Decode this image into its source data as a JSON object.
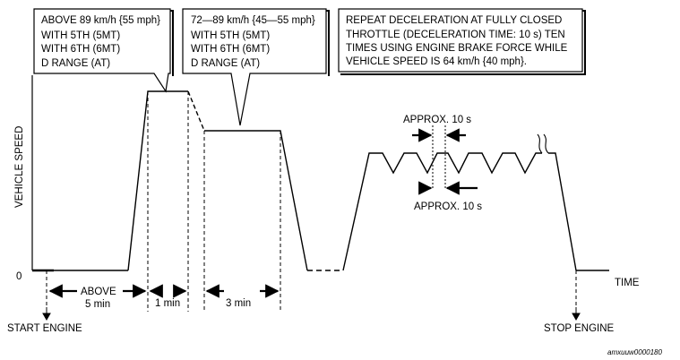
{
  "callouts": {
    "box1": {
      "lines": [
        "ABOVE 89 km/h {55 mph}",
        "WITH 5TH (5MT)",
        "WITH 6TH (6MT)",
        "D RANGE (AT)"
      ]
    },
    "box2": {
      "lines": [
        "72—89 km/h {45—55 mph}",
        "WITH 5TH (5MT)",
        "WITH 6TH (6MT)",
        "D RANGE (AT)"
      ]
    },
    "box3": {
      "lines": [
        "REPEAT DECELERATION AT FULLY CLOSED",
        "THROTTLE (DECELERATION TIME: 10 s) TEN",
        "TIMES USING ENGINE BRAKE FORCE WHILE",
        "VEHICLE SPEED IS 64 km/h {40 mph}."
      ]
    }
  },
  "axes": {
    "y_label": "VEHICLE SPEED",
    "x_label": "TIME",
    "origin_label": "0"
  },
  "intervals": {
    "first_line1": "ABOVE",
    "first_line2": "5 min",
    "second": "1 min",
    "third": "3 min"
  },
  "approx": {
    "top": "APPROX. 10 s",
    "bottom": "APPROX. 10 s"
  },
  "events": {
    "start": "START ENGINE",
    "stop": "STOP ENGINE"
  },
  "figure_id": "amxuuw0000180",
  "colors": {
    "ink": "#000000",
    "background": "#ffffff"
  }
}
